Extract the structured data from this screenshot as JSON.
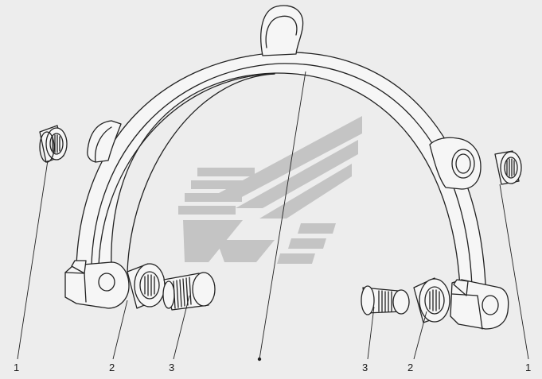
{
  "diagram": {
    "callouts": [
      {
        "id": "left-1",
        "label": "1"
      },
      {
        "id": "left-2",
        "label": "2"
      },
      {
        "id": "left-3",
        "label": "3"
      },
      {
        "id": "right-3",
        "label": "3"
      },
      {
        "id": "right-2",
        "label": "2"
      },
      {
        "id": "right-1",
        "label": "1"
      }
    ],
    "colors": {
      "background": "#ededed",
      "line": "#222222",
      "watermark": "#b8b8b8"
    },
    "watermark_icon": "wing-logo-icon"
  }
}
